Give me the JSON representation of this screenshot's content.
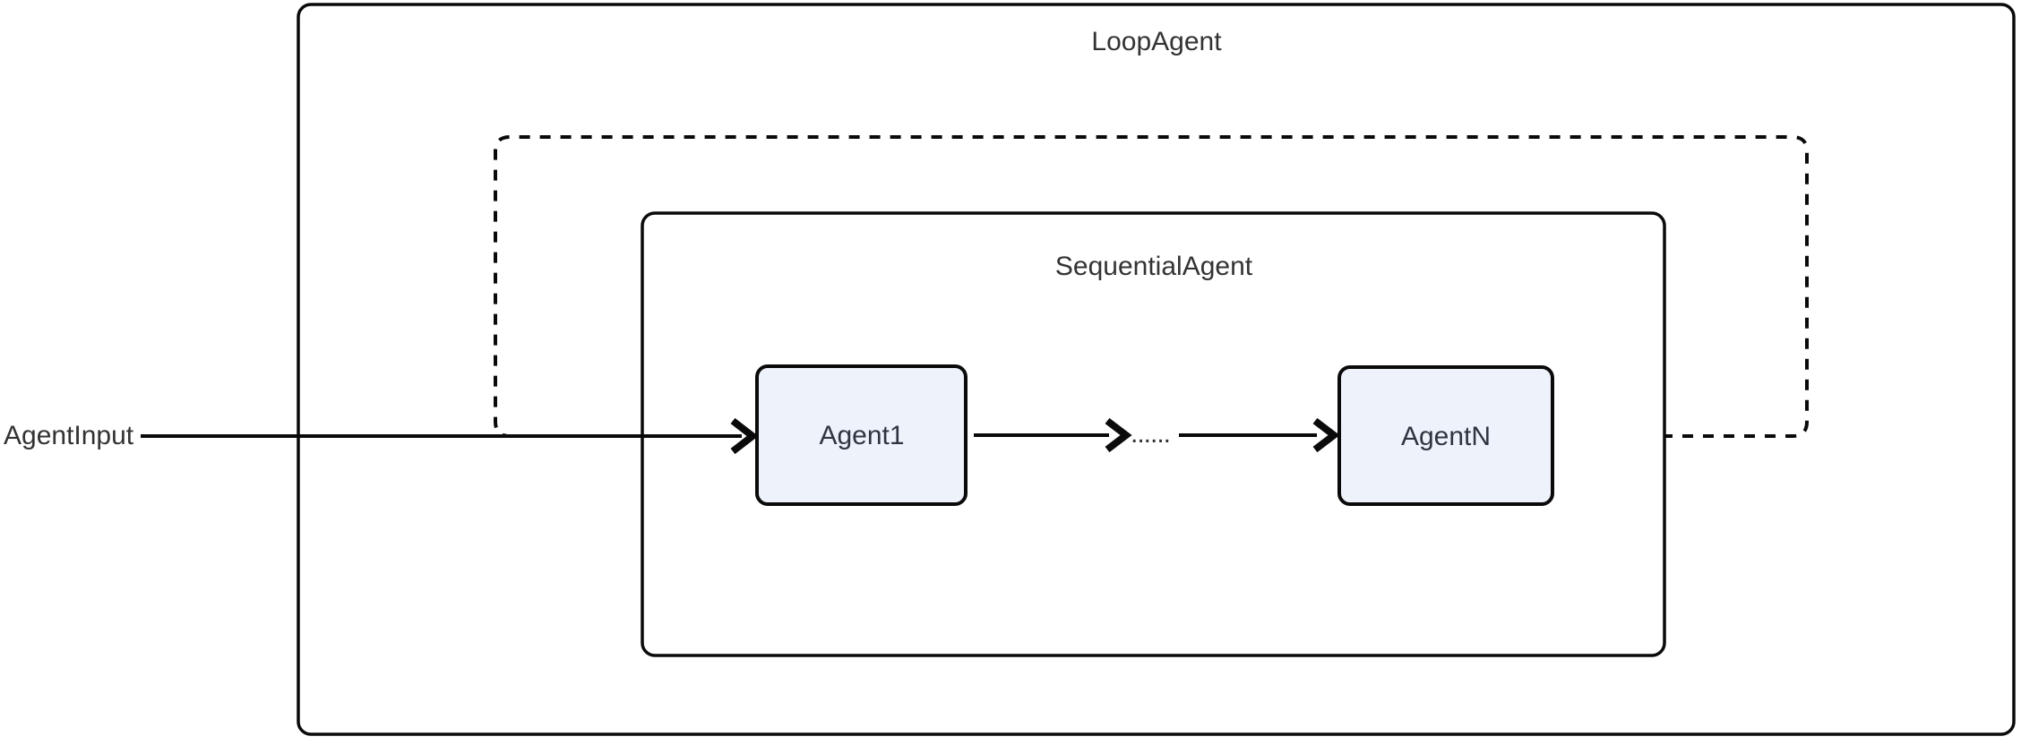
{
  "diagram": {
    "loop_agent_label": "LoopAgent",
    "sequential_agent_label": "SequentialAgent",
    "input_label": "AgentInput",
    "nodes": [
      {
        "label": "Agent1"
      },
      {
        "label": "AgentN"
      }
    ],
    "ellipsis": "......",
    "colors": {
      "sequential_bg": "#dcf5e3",
      "node_bg": "#eef2fb",
      "border": "#0a0a0a",
      "text": "#333333"
    }
  }
}
